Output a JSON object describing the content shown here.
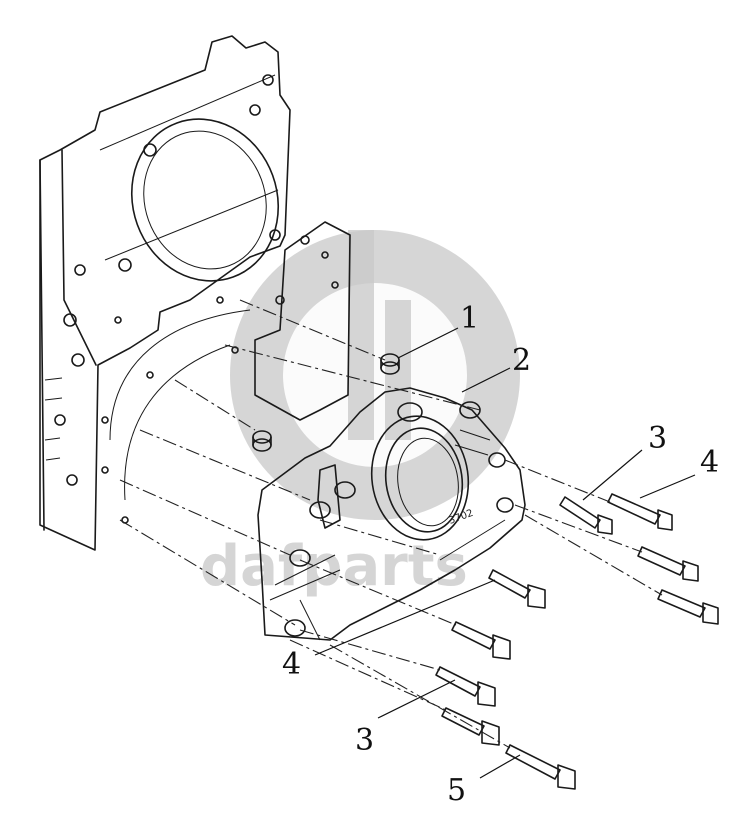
{
  "callouts": {
    "c1": "1",
    "c2": "2",
    "c3a": "3",
    "c4a": "4",
    "c4b": "4",
    "c3b": "3",
    "c5": "5"
  },
  "watermark": {
    "text": "dafparts",
    "color": "#c8c8c8"
  },
  "colors": {
    "line": "#1a1a1a",
    "background": "#ffffff"
  }
}
